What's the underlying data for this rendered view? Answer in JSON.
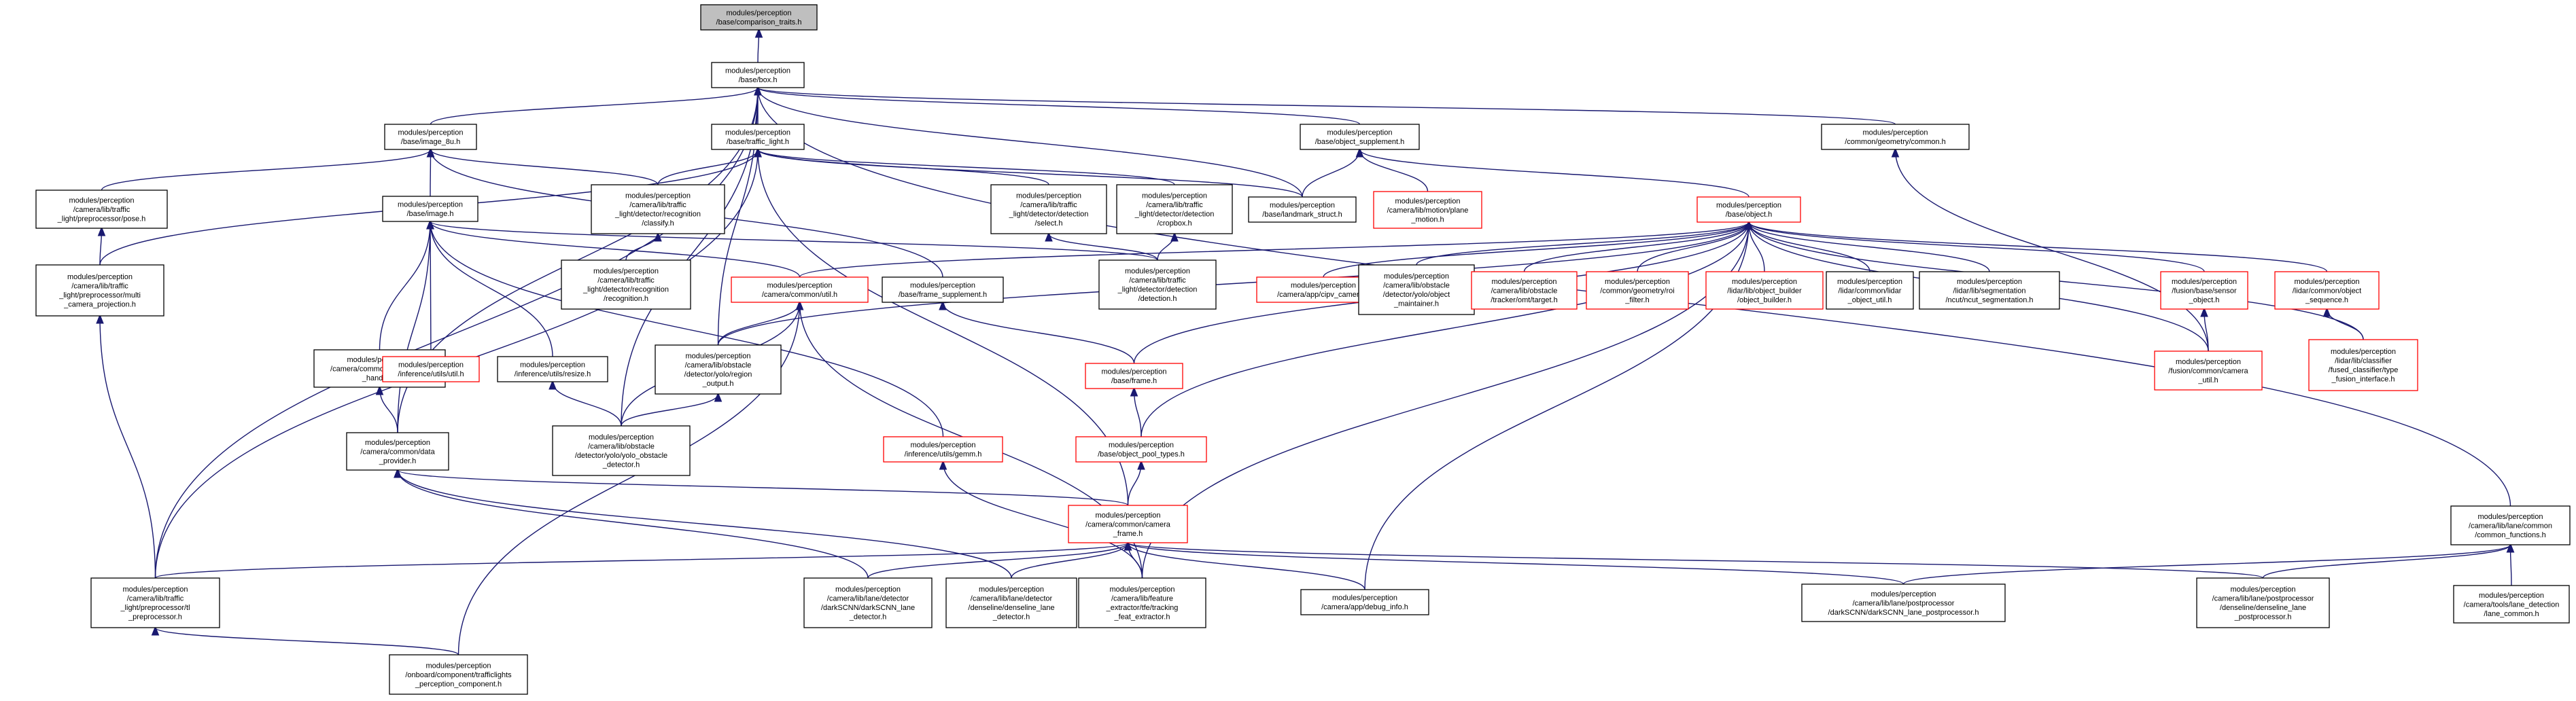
{
  "diagram": {
    "nodes": [
      {
        "id": "root",
        "lines": [
          "modules/perception",
          "/base/comparison_traits.h"
        ],
        "style": "root"
      },
      {
        "id": "box",
        "lines": [
          "modules/perception",
          "/base/box.h"
        ],
        "style": "black"
      },
      {
        "id": "image8u",
        "lines": [
          "modules/perception",
          "/base/image_8u.h"
        ],
        "style": "black"
      },
      {
        "id": "traffic_light",
        "lines": [
          "modules/perception",
          "/base/traffic_light.h"
        ],
        "style": "black"
      },
      {
        "id": "object_supplement",
        "lines": [
          "modules/perception",
          "/base/object_supplement.h"
        ],
        "style": "black"
      },
      {
        "id": "geometry_common",
        "lines": [
          "modules/perception",
          "/common/geometry/common.h"
        ],
        "style": "black"
      },
      {
        "id": "tl_pose",
        "lines": [
          "modules/perception",
          "/camera/lib/traffic",
          "_light/preprocessor/pose.h"
        ],
        "style": "black"
      },
      {
        "id": "image",
        "lines": [
          "modules/perception",
          "/base/image.h"
        ],
        "style": "black"
      },
      {
        "id": "recog_classify",
        "lines": [
          "modules/perception",
          "/camera/lib/traffic",
          "_light/detector/recognition",
          "/classify.h"
        ],
        "style": "black"
      },
      {
        "id": "det_select",
        "lines": [
          "modules/perception",
          "/camera/lib/traffic",
          "_light/detector/detection",
          "/select.h"
        ],
        "style": "black"
      },
      {
        "id": "det_cropbox",
        "lines": [
          "modules/perception",
          "/camera/lib/traffic",
          "_light/detector/detection",
          "/cropbox.h"
        ],
        "style": "black"
      },
      {
        "id": "landmark",
        "lines": [
          "modules/perception",
          "/base/landmark_struct.h"
        ],
        "style": "black"
      },
      {
        "id": "motion_plane",
        "lines": [
          "modules/perception",
          "/camera/lib/motion/plane",
          "_motion.h"
        ],
        "style": "red"
      },
      {
        "id": "object",
        "lines": [
          "modules/perception",
          "/base/object.h"
        ],
        "style": "red"
      },
      {
        "id": "lane_common_functions",
        "lines": [
          "modules/perception",
          "/camera/lib/lane/common",
          "/common_functions.h"
        ],
        "style": "black"
      },
      {
        "id": "multi_cam_proj",
        "lines": [
          "modules/perception",
          "/camera/lib/traffic",
          "_light/preprocessor/multi",
          "_camera_projection.h"
        ],
        "style": "black"
      },
      {
        "id": "recognition_h",
        "lines": [
          "modules/perception",
          "/camera/lib/traffic",
          "_light/detector/recognition",
          "/recognition.h"
        ],
        "style": "black"
      },
      {
        "id": "cam_util",
        "lines": [
          "modules/perception",
          "/camera/common/util.h"
        ],
        "style": "red"
      },
      {
        "id": "frame_supplement",
        "lines": [
          "modules/perception",
          "/base/frame_supplement.h"
        ],
        "style": "black"
      },
      {
        "id": "detection_h",
        "lines": [
          "modules/perception",
          "/camera/lib/traffic",
          "_light/detector/detection",
          "/detection.h"
        ],
        "style": "black"
      },
      {
        "id": "cipv",
        "lines": [
          "modules/perception",
          "/camera/app/cipv_camera.h"
        ],
        "style": "red"
      },
      {
        "id": "yolo_obj_maint",
        "lines": [
          "modules/perception",
          "/camera/lib/obstacle",
          "/detector/yolo/object",
          "_maintainer.h"
        ],
        "style": "black"
      },
      {
        "id": "omt_target",
        "lines": [
          "modules/perception",
          "/camera/lib/obstacle",
          "/tracker/omt/target.h"
        ],
        "style": "red"
      },
      {
        "id": "geom_roi",
        "lines": [
          "modules/perception",
          "/common/geometry/roi",
          "_filter.h"
        ],
        "style": "red"
      },
      {
        "id": "obj_builder",
        "lines": [
          "modules/perception",
          "/lidar/lib/object_builder",
          "/object_builder.h"
        ],
        "style": "red"
      },
      {
        "id": "lidar_obj_util",
        "lines": [
          "modules/perception",
          "/lidar/common/lidar",
          "_object_util.h"
        ],
        "style": "black"
      },
      {
        "id": "ncut_seg",
        "lines": [
          "modules/perception",
          "/lidar/lib/segmentation",
          "/ncut/ncut_segmentation.h"
        ],
        "style": "black"
      },
      {
        "id": "base_sensor_obj",
        "lines": [
          "modules/perception",
          "/fusion/base/sensor",
          "_object.h"
        ],
        "style": "red"
      },
      {
        "id": "obj_sequence",
        "lines": [
          "modules/perception",
          "/lidar/common/object",
          "_sequence.h"
        ],
        "style": "red"
      },
      {
        "id": "fusion_cam_util",
        "lines": [
          "modules/perception",
          "/fusion/common/camera",
          "_util.h"
        ],
        "style": "red"
      },
      {
        "id": "fused_classifier",
        "lines": [
          "modules/perception",
          "/lidar/lib/classifier",
          "/fused_classifier/type",
          "_fusion_interface.h"
        ],
        "style": "red"
      },
      {
        "id": "undistortion",
        "lines": [
          "modules/perception",
          "/camera/common/undistortion",
          "_handler.h"
        ],
        "style": "black"
      },
      {
        "id": "inference_util",
        "lines": [
          "modules/perception",
          "/inference/utils/util.h"
        ],
        "style": "red"
      },
      {
        "id": "inference_resize",
        "lines": [
          "modules/perception",
          "/inference/utils/resize.h"
        ],
        "style": "black"
      },
      {
        "id": "yolo_region",
        "lines": [
          "modules/perception",
          "/camera/lib/obstacle",
          "/detector/yolo/region",
          "_output.h"
        ],
        "style": "black"
      },
      {
        "id": "base_frame",
        "lines": [
          "modules/perception",
          "/base/frame.h"
        ],
        "style": "red"
      },
      {
        "id": "data_provider",
        "lines": [
          "modules/perception",
          "/camera/common/data",
          "_provider.h"
        ],
        "style": "black"
      },
      {
        "id": "yolo_detector",
        "lines": [
          "modules/perception",
          "/camera/lib/obstacle",
          "/detector/yolo/yolo_obstacle",
          "_detector.h"
        ],
        "style": "black"
      },
      {
        "id": "inference_gemm",
        "lines": [
          "modules/perception",
          "/inference/utils/gemm.h"
        ],
        "style": "red"
      },
      {
        "id": "object_pool",
        "lines": [
          "modules/perception",
          "/base/object_pool_types.h"
        ],
        "style": "red"
      },
      {
        "id": "camera_frame",
        "lines": [
          "modules/perception",
          "/camera/common/camera",
          "_frame.h"
        ],
        "style": "red"
      },
      {
        "id": "tl_preprocessor",
        "lines": [
          "modules/perception",
          "/camera/lib/traffic",
          "_light/preprocessor/tl",
          "_preprocessor.h"
        ],
        "style": "black"
      },
      {
        "id": "darkscnn_det",
        "lines": [
          "modules/perception",
          "/camera/lib/lane/detector",
          "/darkSCNN/darkSCNN_lane",
          "_detector.h"
        ],
        "style": "black"
      },
      {
        "id": "denseline_det",
        "lines": [
          "modules/perception",
          "/camera/lib/lane/detector",
          "/denseline/denseline_lane",
          "_detector.h"
        ],
        "style": "black"
      },
      {
        "id": "tracking_feat",
        "lines": [
          "modules/perception",
          "/camera/lib/feature",
          "_extractor/tfe/tracking",
          "_feat_extractor.h"
        ],
        "style": "black"
      },
      {
        "id": "debug_info",
        "lines": [
          "modules/perception",
          "/camera/app/debug_info.h"
        ],
        "style": "black"
      },
      {
        "id": "darkscnn_post",
        "lines": [
          "modules/perception",
          "/camera/lib/lane/postprocessor",
          "/darkSCNN/darkSCNN_lane_postprocessor.h"
        ],
        "style": "black"
      },
      {
        "id": "denseline_post",
        "lines": [
          "modules/perception",
          "/camera/lib/lane/postprocessor",
          "/denseline/denseline_lane",
          "_postprocessor.h"
        ],
        "style": "black"
      },
      {
        "id": "lane_detection_common",
        "lines": [
          "modules/perception",
          "/camera/tools/lane_detection",
          "/lane_common.h"
        ],
        "style": "black"
      },
      {
        "id": "trafficlights_comp",
        "lines": [
          "modules/perception",
          "/onboard/component/trafficlights",
          "_perception_component.h"
        ],
        "style": "black"
      }
    ],
    "edges": [
      [
        "box",
        "root"
      ],
      [
        "image8u",
        "box"
      ],
      [
        "traffic_light",
        "box"
      ],
      [
        "object_supplement",
        "box"
      ],
      [
        "geometry_common",
        "box"
      ],
      [
        "landmark",
        "box"
      ],
      [
        "lane_common_functions",
        "box"
      ],
      [
        "data_provider",
        "box"
      ],
      [
        "yolo_region",
        "box"
      ],
      [
        "yolo_detector",
        "box"
      ],
      [
        "tl_preprocessor",
        "box"
      ],
      [
        "tl_pose",
        "image8u"
      ],
      [
        "image",
        "image8u"
      ],
      [
        "recog_classify",
        "image8u"
      ],
      [
        "frame_supplement",
        "image8u"
      ],
      [
        "recog_classify",
        "traffic_light"
      ],
      [
        "det_select",
        "traffic_light"
      ],
      [
        "det_cropbox",
        "traffic_light"
      ],
      [
        "landmark",
        "traffic_light"
      ],
      [
        "multi_cam_proj",
        "traffic_light"
      ],
      [
        "camera_frame",
        "traffic_light"
      ],
      [
        "tl_preprocessor",
        "traffic_light"
      ],
      [
        "landmark",
        "object_supplement"
      ],
      [
        "motion_plane",
        "object_supplement"
      ],
      [
        "object",
        "object_supplement"
      ],
      [
        "fusion_cam_util",
        "geometry_common"
      ],
      [
        "multi_cam_proj",
        "tl_pose"
      ],
      [
        "undistortion",
        "image"
      ],
      [
        "inference_util",
        "image"
      ],
      [
        "inference_resize",
        "image"
      ],
      [
        "cam_util",
        "image"
      ],
      [
        "data_provider",
        "image"
      ],
      [
        "inference_gemm",
        "image"
      ],
      [
        "detection_h",
        "image"
      ],
      [
        "recognition_h",
        "recog_classify"
      ],
      [
        "detection_h",
        "det_select"
      ],
      [
        "detection_h",
        "det_cropbox"
      ],
      [
        "cam_util",
        "object"
      ],
      [
        "cipv",
        "object"
      ],
      [
        "yolo_obj_maint",
        "object"
      ],
      [
        "omt_target",
        "object"
      ],
      [
        "geom_roi",
        "object"
      ],
      [
        "obj_builder",
        "object"
      ],
      [
        "lidar_obj_util",
        "object"
      ],
      [
        "ncut_seg",
        "object"
      ],
      [
        "base_sensor_obj",
        "object"
      ],
      [
        "obj_sequence",
        "object"
      ],
      [
        "fused_classifier",
        "object"
      ],
      [
        "base_frame",
        "object"
      ],
      [
        "object_pool",
        "object"
      ],
      [
        "yolo_region",
        "object"
      ],
      [
        "fusion_cam_util",
        "object"
      ],
      [
        "debug_info",
        "object"
      ],
      [
        "tracking_feat",
        "object"
      ],
      [
        "lane_detection_common",
        "lane_common_functions"
      ],
      [
        "darkscnn_post",
        "lane_common_functions"
      ],
      [
        "denseline_post",
        "lane_common_functions"
      ],
      [
        "tl_preprocessor",
        "multi_cam_proj"
      ],
      [
        "yolo_region",
        "cam_util"
      ],
      [
        "yolo_detector",
        "cam_util"
      ],
      [
        "tracking_feat",
        "cam_util"
      ],
      [
        "trafficlights_comp",
        "cam_util"
      ],
      [
        "base_frame",
        "frame_supplement"
      ],
      [
        "fusion_cam_util",
        "base_sensor_obj"
      ],
      [
        "fused_classifier",
        "obj_sequence"
      ],
      [
        "data_provider",
        "undistortion"
      ],
      [
        "yolo_detector",
        "inference_resize"
      ],
      [
        "yolo_detector",
        "yolo_region"
      ],
      [
        "object_pool",
        "base_frame"
      ],
      [
        "camera_frame",
        "data_provider"
      ],
      [
        "darkscnn_det",
        "data_provider"
      ],
      [
        "denseline_det",
        "data_provider"
      ],
      [
        "tracking_feat",
        "inference_gemm"
      ],
      [
        "camera_frame",
        "object_pool"
      ],
      [
        "tl_preprocessor",
        "camera_frame"
      ],
      [
        "darkscnn_det",
        "camera_frame"
      ],
      [
        "denseline_det",
        "camera_frame"
      ],
      [
        "tracking_feat",
        "camera_frame"
      ],
      [
        "debug_info",
        "camera_frame"
      ],
      [
        "darkscnn_post",
        "camera_frame"
      ],
      [
        "denseline_post",
        "camera_frame"
      ],
      [
        "trafficlights_comp",
        "tl_preprocessor"
      ]
    ]
  }
}
